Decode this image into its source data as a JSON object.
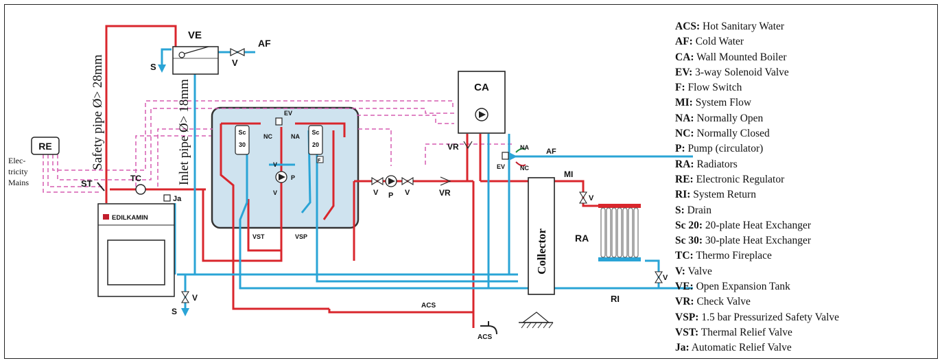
{
  "labels": {
    "ve": "VE",
    "af_top": "AF",
    "v_top": "V",
    "s_top": "S",
    "safety_pipe": "Safety pipe Ø> 28mm",
    "inlet_pipe": "Inlet pipe Ø> 18mm",
    "re": "RE",
    "elec_1": "Elec-",
    "elec_2": "tricity",
    "elec_3": "Mains",
    "st": "ST",
    "tc": "TC",
    "ja": "Ja",
    "brand": "EDILKAMIN",
    "ev_in": "EV",
    "nc_in": "NC",
    "na_in": "NA",
    "sc30_a": "Sc",
    "sc30_b": "30",
    "sc20_a": "Sc",
    "sc20_b": "20",
    "f": "F",
    "v_a": "V",
    "v_b": "V",
    "p_in": "P",
    "vst": "VST",
    "vsp": "VSP",
    "v_pump_l": "V",
    "p_pump": "P",
    "v_pump_r": "V",
    "vr_mid": "VR",
    "vr_up": "VR",
    "ca": "CA",
    "na_out": "NA",
    "ev_out": "EV",
    "nc_out": "NC",
    "af_right": "AF",
    "mi": "MI",
    "v_mi": "V",
    "ra": "RA",
    "collector": "Collector",
    "v_ri": "V",
    "ri": "RI",
    "acs_pipe": "ACS",
    "acs_tap": "ACS",
    "v_bottom": "V",
    "s_bottom": "S"
  },
  "legend": [
    {
      "key": "ACS:",
      "text": "Hot Sanitary Water"
    },
    {
      "key": "AF:",
      "text": "Cold Water"
    },
    {
      "key": "CA:",
      "text": "Wall Mounted Boiler"
    },
    {
      "key": "EV:",
      "text": "3-way Solenoid Valve"
    },
    {
      "key": "F:",
      "text": "Flow Switch"
    },
    {
      "key": "MI:",
      "text": "System Flow"
    },
    {
      "key": "NA:",
      "text": "Normally Open"
    },
    {
      "key": "NC:",
      "text": "Normally Closed"
    },
    {
      "key": "P:",
      "text": "Pump (circulator)"
    },
    {
      "key": "RA:",
      "text": "Radiators"
    },
    {
      "key": "RE:",
      "text": "Electronic Regulator"
    },
    {
      "key": "RI:",
      "text": "System Return"
    },
    {
      "key": "S:",
      "text": "Drain"
    },
    {
      "key": "Sc 20:",
      "text": "20-plate Heat Exchanger"
    },
    {
      "key": "Sc 30:",
      "text": "30-plate Heat Exchanger"
    },
    {
      "key": "TC:",
      "text": "Thermo Fireplace"
    },
    {
      "key": "V:",
      "text": "Valve"
    },
    {
      "key": "VE:",
      "text": "Open Expansion Tank"
    },
    {
      "key": "VR:",
      "text": "Check Valve"
    },
    {
      "key": "VSP:",
      "text": "1.5 bar Pressurized Safety Valve"
    },
    {
      "key": "VST:",
      "text": "Thermal Relief Valve"
    },
    {
      "key": "Ja:",
      "text": "Automatic Relief Valve"
    }
  ],
  "colors": {
    "hot": "#d9262c",
    "cold": "#2aa4d6",
    "signal": "#d65bb0",
    "box": "#cfe3ef",
    "radiator_top": "#d9262c",
    "radiator_bottom": "#2aa4d6"
  }
}
